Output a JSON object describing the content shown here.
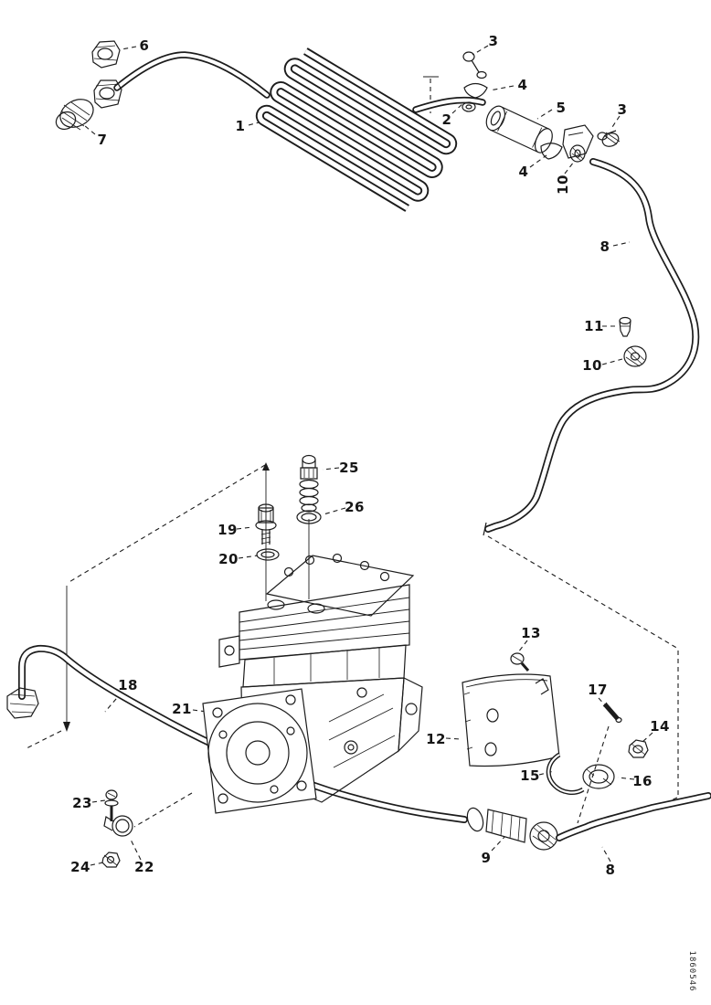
{
  "diagram": {
    "figure_number": "1860546",
    "ink_color": "#1c1c1c",
    "background_color": "#ffffff",
    "callouts": [
      {
        "label": "6"
      },
      {
        "label": "7"
      },
      {
        "label": "1"
      },
      {
        "label": "3"
      },
      {
        "label": "4"
      },
      {
        "label": "2"
      },
      {
        "label": "5"
      },
      {
        "label": "4"
      },
      {
        "label": "3"
      },
      {
        "label": "10"
      },
      {
        "label": "8"
      },
      {
        "label": "11"
      },
      {
        "label": "10"
      },
      {
        "label": "25"
      },
      {
        "label": "26"
      },
      {
        "label": "19"
      },
      {
        "label": "20"
      },
      {
        "label": "13"
      },
      {
        "label": "17"
      },
      {
        "label": "14"
      },
      {
        "label": "12"
      },
      {
        "label": "21"
      },
      {
        "label": "18"
      },
      {
        "label": "15"
      },
      {
        "label": "16"
      },
      {
        "label": "23"
      },
      {
        "label": "24"
      },
      {
        "label": "22"
      },
      {
        "label": "9"
      },
      {
        "label": "8"
      }
    ]
  }
}
